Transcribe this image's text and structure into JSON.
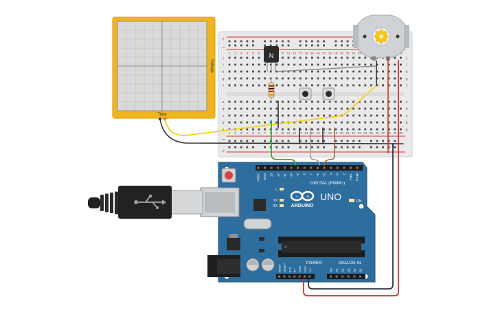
{
  "oscilloscope": {
    "y_label": "Voltage",
    "x_label": "Time"
  },
  "transistor": {
    "label": "N"
  },
  "breadboard": {
    "column_numbers": [
      "1",
      "2",
      "3",
      "4",
      "5",
      "6",
      "7",
      "8",
      "9",
      "10",
      "11",
      "12",
      "13",
      "14",
      "15",
      "16",
      "17",
      "18",
      "19",
      "20",
      "21",
      "22",
      "23",
      "24",
      "25",
      "26",
      "27",
      "28",
      "29",
      "30"
    ],
    "row_letters_top": [
      "j",
      "i",
      "h",
      "g",
      "f"
    ],
    "row_letters_bottom": [
      "e",
      "d",
      "c",
      "b",
      "a"
    ],
    "rail_plus": "+",
    "rail_minus": "−"
  },
  "arduino": {
    "brand": "ARDUINO",
    "model": "UNO",
    "digital_label": "DIGITAL (PWM~)",
    "digital_pins": [
      "AREF",
      "GND",
      "13",
      "12",
      "~11",
      "~10",
      "~9",
      "8",
      "7",
      "~6",
      "~5",
      "4",
      "~3",
      "2",
      "TX▸1",
      "RX◂0"
    ],
    "led_labels": [
      "L",
      "TX",
      "RX"
    ],
    "on_label": "ON",
    "power_label": "POWER",
    "power_pins": [
      "IOREF",
      "RESET",
      "3.3V",
      "5V",
      "GND",
      "GND",
      "Vin"
    ],
    "analog_label": "ANALOG IN",
    "analog_pins": [
      "A0",
      "A1",
      "A2",
      "A3",
      "A4",
      "A5"
    ]
  },
  "colors": {
    "board_blue": "#2e6e9e",
    "wire_red": "#d32f2f",
    "wire_black": "#333333",
    "wire_yellow": "#f2d21b",
    "wire_green": "#3aa63a",
    "scope_frame": "#f0b51e"
  }
}
